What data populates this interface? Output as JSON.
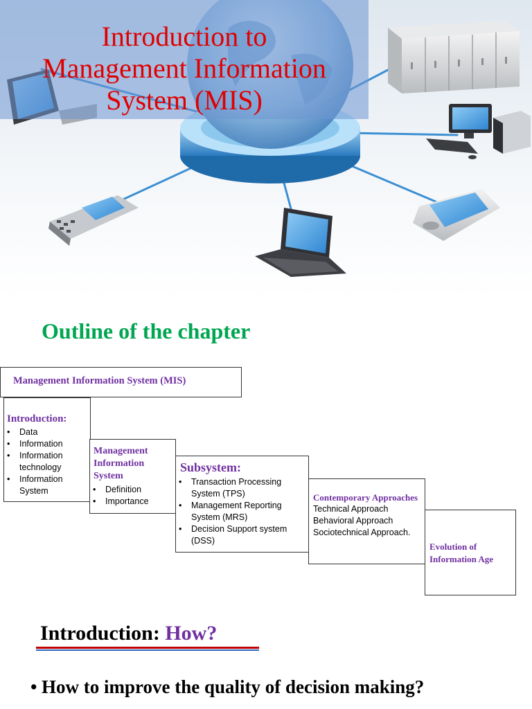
{
  "slide1": {
    "title_lines": [
      "Introduction to",
      "Management Information",
      "System (MIS)"
    ]
  },
  "slide2": {
    "outline_title": "Outline of the chapter",
    "mis_box": "Management Information System (MIS)",
    "intro_box": {
      "heading": "Introduction:",
      "items": [
        "Data",
        "Information",
        "Information technology",
        "Information System"
      ]
    },
    "mgmt_box": {
      "heading": "Management Information System",
      "items": [
        "Definition",
        "Importance"
      ]
    },
    "subsystem_box": {
      "heading": "Subsystem:",
      "items": [
        "Transaction Processing System (TPS)",
        "Management Reporting System (MRS)",
        "Decision Support system (DSS)"
      ]
    },
    "contemporary_box": {
      "heading": "Contemporary Approaches",
      "lines": [
        "Technical Approach",
        "Behavioral Approach",
        "Sociotechnical Approach."
      ]
    },
    "evolution_box": {
      "heading": "Evolution of Information Age"
    }
  },
  "slide3": {
    "heading": "Introduction:",
    "heading_highlight": "How?",
    "bullet": "•",
    "question": "How to improve the quality of decision making?"
  },
  "colors": {
    "title_red": "#e00000",
    "outline_green": "#00a651",
    "heading_purple": "#7030a0"
  }
}
